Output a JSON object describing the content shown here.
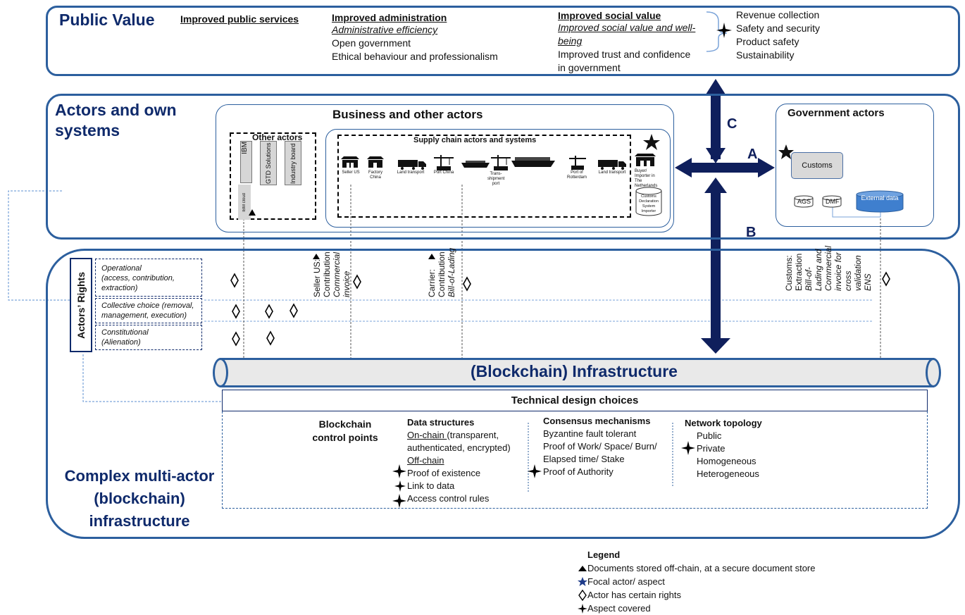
{
  "public_value": {
    "title": "Public Value",
    "col1": {
      "heading": "Improved public services"
    },
    "col2": {
      "heading": "Improved administration",
      "sub": "Administrative efficiency",
      "items": [
        "Open government",
        "Ethical behaviour and professionalism"
      ]
    },
    "col3": {
      "heading": "Improved social value",
      "sub_line1": "Improved social value and well-",
      "sub_line2": "being",
      "item_line1": "Improved trust and confidence",
      "item_line2": "in government"
    },
    "col4": {
      "items": [
        "Revenue collection",
        "Safety and security",
        "Product safety",
        "Sustainability"
      ]
    }
  },
  "actors": {
    "title_line1": "Actors and own",
    "title_line2": "systems",
    "business_title": "Business and other actors",
    "other_actors_title": "Other actors",
    "other_actors": [
      "IBM",
      "GTD Solutions",
      "Industry board"
    ],
    "ibm_cloud": "IBM cloud",
    "supply_chain_title": "Supply chain actors and systems",
    "supply_chain": [
      {
        "label": "Seller US",
        "icon": "building-icon"
      },
      {
        "label": "Factory China",
        "icon": "building-icon"
      },
      {
        "label": "Land transport",
        "icon": "truck-icon"
      },
      {
        "label": "Port China",
        "icon": "crane-icon"
      },
      {
        "label": "",
        "icon": "ship-icon"
      },
      {
        "label": "Trans-shipment port",
        "icon": "crane-icon"
      },
      {
        "label": "",
        "icon": "ship-icon"
      },
      {
        "label": "Port of Rotterdam",
        "icon": "crane-icon"
      },
      {
        "label": "Land transport",
        "icon": "truck-icon"
      }
    ],
    "buyer": "Buyer/ Importer in The Netherlands",
    "customs_system": "Customs Declaration System Importer",
    "gov_title": "Government actors",
    "customs": "Customs",
    "ags": "AGS",
    "dmf": "DMF",
    "external_data": "External data"
  },
  "arrows": {
    "a": "A",
    "b": "B",
    "c": "C"
  },
  "rights": {
    "title": "Actors’ Rights",
    "levels": [
      {
        "line1": "Operational",
        "line2": "(access, contribution,",
        "line3": "extraction)"
      },
      {
        "line1": "Collective choice (removal,",
        "line2": "management, execution)"
      },
      {
        "line1": "Constitutional",
        "line2": "(Alienation)"
      }
    ],
    "seller": {
      "l1": "Seller US:",
      "l2": "Contribution",
      "l3": "Commercial",
      "l4": "invoice"
    },
    "carrier": {
      "l1": "Carrier:",
      "l2": "Contribution",
      "l3": "Bill-of-Lading"
    },
    "customs": {
      "l1": "Customs:",
      "l2": "Extraction",
      "l3": "Bill-of-",
      "l4": "Lading and",
      "l5": "Commercial",
      "l6": "invoice for",
      "l7": "cross",
      "l8": "validation",
      "l9": "ENS"
    }
  },
  "infra": {
    "pipe_label": "(Blockchain) Infrastructure",
    "design_choices": "Technical design choices",
    "title_line1": "Complex multi-actor",
    "title_line2": "(blockchain)",
    "title_line3": "infrastructure",
    "control_points_line1": "Blockchain",
    "control_points_line2": "control points",
    "data_structures": {
      "heading": "Data structures",
      "onchain": "On-chain ",
      "onchain_rest": "(transparent,",
      "onchain_l2": "authenticated, encrypted)",
      "offchain": "Off-chain",
      "items": [
        "Proof of existence",
        "Link to data",
        "Access control rules"
      ]
    },
    "consensus": {
      "heading": "Consensus mechanisms",
      "items": [
        "Byzantine fault tolerant",
        "Proof of Work/ Space/ Burn/",
        "Elapsed time/ Stake",
        "Proof of Authority"
      ]
    },
    "topology": {
      "heading": "Network topology",
      "items": [
        "Public",
        "Private",
        "Homogeneous",
        "Heterogeneous"
      ]
    }
  },
  "legend": {
    "title": "Legend",
    "items": [
      {
        "symbol": "triangle-icon",
        "text": "Documents stored off-chain, at a secure document store"
      },
      {
        "symbol": "star-icon",
        "text": "Focal actor/ aspect"
      },
      {
        "symbol": "diamond-icon",
        "text": "Actor has certain rights"
      },
      {
        "symbol": "four-point-star-icon",
        "text": "Aspect covered"
      }
    ]
  },
  "colors": {
    "navy": "#0f2a6b",
    "frame": "#2c5f9e",
    "arrow": "#0f1f5c",
    "external": "#3f7fce"
  }
}
